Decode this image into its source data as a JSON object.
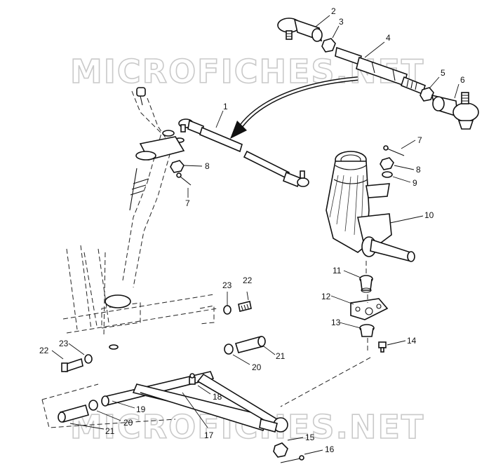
{
  "watermark": {
    "top": "MICROFICHES.NET",
    "bottom": "MICROFICHES.NET"
  },
  "callouts": [
    "1",
    "2",
    "3",
    "4",
    "5",
    "6",
    "7",
    "7",
    "8",
    "8",
    "9",
    "10",
    "11",
    "12",
    "13",
    "14",
    "15",
    "16",
    "17",
    "18",
    "19",
    "20",
    "20",
    "21",
    "21",
    "22",
    "22",
    "23",
    "23"
  ]
}
